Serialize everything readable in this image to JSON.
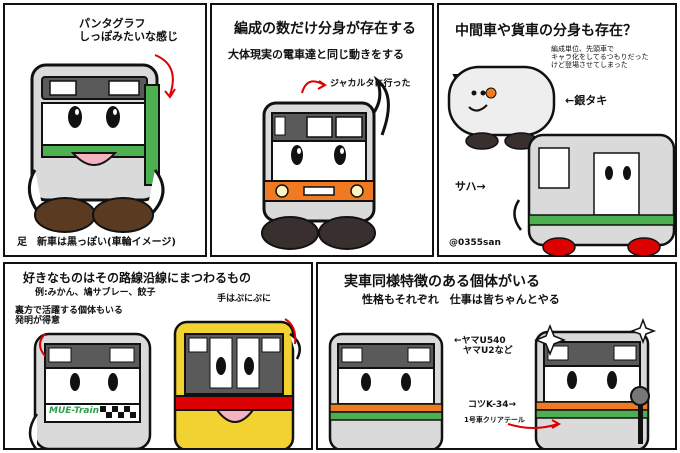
{
  "panels": {
    "p1": {
      "caption_top": "パンタグラフ\nしっぽみたいな感じ",
      "caption_bottom": "足　新車は黒っぽい(車輪イメージ)"
    },
    "p2": {
      "title": "編成の数だけ分身が存在する",
      "subtitle": "大体現実の電車達と同じ動きをする",
      "note": "ジャカルタに行った"
    },
    "p3": {
      "title": "中間車や貨車の分身も存在？",
      "small_note": "編成単位、先頭車で\nキャラ化をしてるつもりだった\nけど登場させてしまった",
      "label_taki": "←銀タキ",
      "label_saha": "サハ→",
      "credit": "@0355san"
    },
    "p4": {
      "title": "好きなものはその路線沿線にまつわるもの",
      "subtitle": "例:みかん、鳩サブレー、餃子",
      "note_left": "裏方で活躍する個体もいる\n発明が得意",
      "note_right": "手はぷにぷに",
      "logo_text": "MUE-Train"
    },
    "p5": {
      "title": "実車同様特徴のある個体がいる",
      "subtitle": "性格もそれぞれ　仕事は皆ちゃんとやる",
      "note_yamau": "←ヤマU540\n　ヤマU2など",
      "note_kotsu": "コツK-34→",
      "note_clear": "1号車クリアテール"
    }
  },
  "colors": {
    "ink": "#111111",
    "accent_red": "#dd0000",
    "green_stripe": "#4caf50",
    "orange_stripe": "#f07a22",
    "yellow_body": "#f2d230",
    "silver_body": "#d9d9d9",
    "face_dark": "#5a5a5a",
    "foot_brown": "#5a3b22",
    "tongue_pink": "#f3b3c0"
  }
}
